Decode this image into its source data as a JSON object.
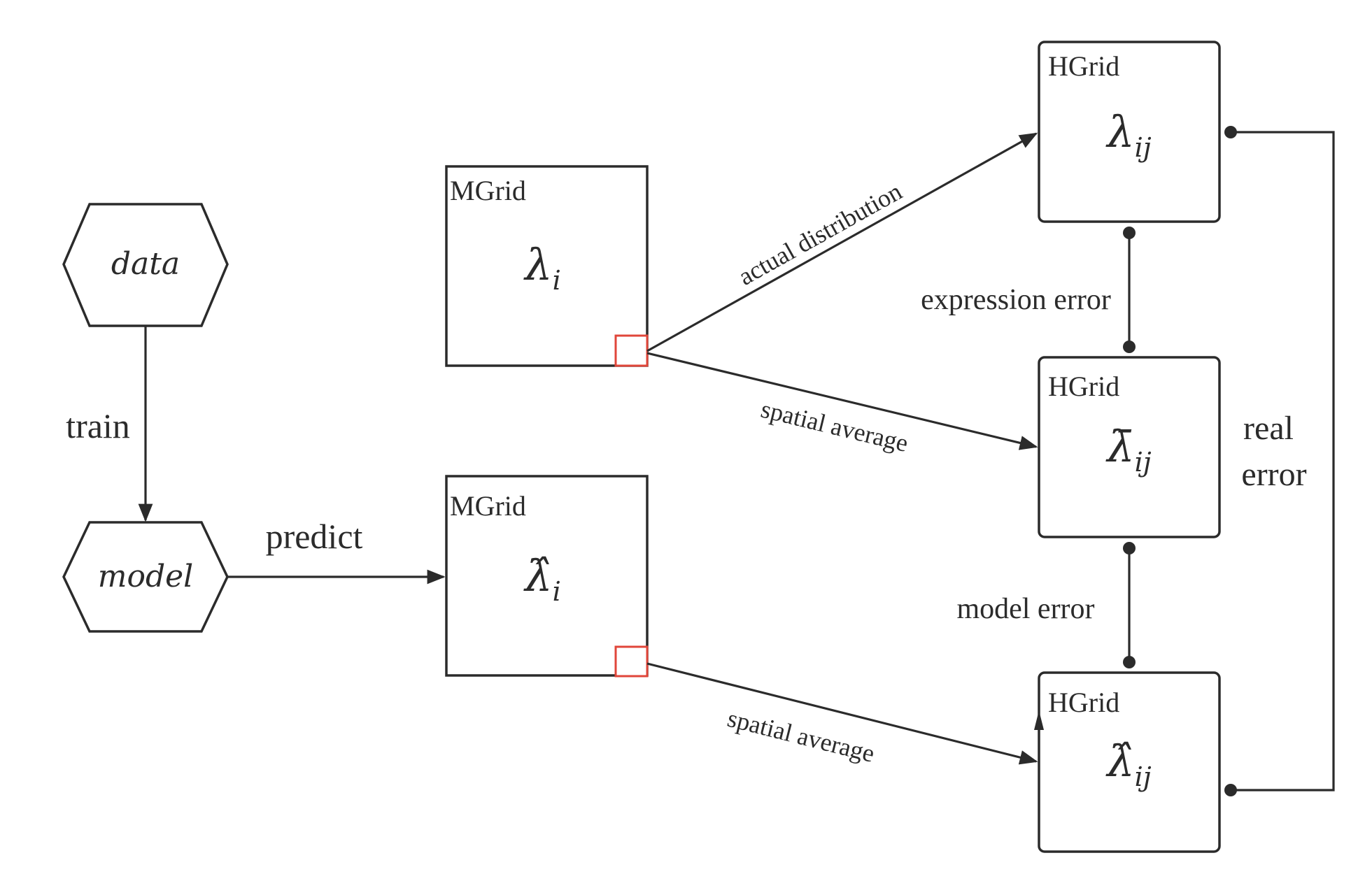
{
  "nodes": {
    "data": {
      "label": "data"
    },
    "model": {
      "label": "model"
    },
    "mgrid_actual": {
      "title": "MGrid",
      "symbol": "λ",
      "sub": "i"
    },
    "mgrid_pred": {
      "title": "MGrid",
      "symbol": "λ̂",
      "sub": "i"
    },
    "hgrid_actual": {
      "title": "HGrid",
      "symbol": "λ",
      "sub": "ij"
    },
    "hgrid_avg": {
      "title": "HGrid",
      "symbol": "λ̄",
      "sub": "ij"
    },
    "hgrid_pred": {
      "title": "HGrid",
      "symbol": "λ̂",
      "sub": "ij"
    }
  },
  "edges": {
    "train": "train",
    "predict": "predict",
    "actual_distribution": "actual distribution",
    "spatial_average_top": "spatial average",
    "spatial_average_bottom": "spatial average",
    "expression_error": "expression error",
    "model_error": "model error",
    "real_error_line1": "real",
    "real_error_line2": "error"
  },
  "colors": {
    "line": "#2b2b2b",
    "cell_marker": "#e0463a"
  }
}
